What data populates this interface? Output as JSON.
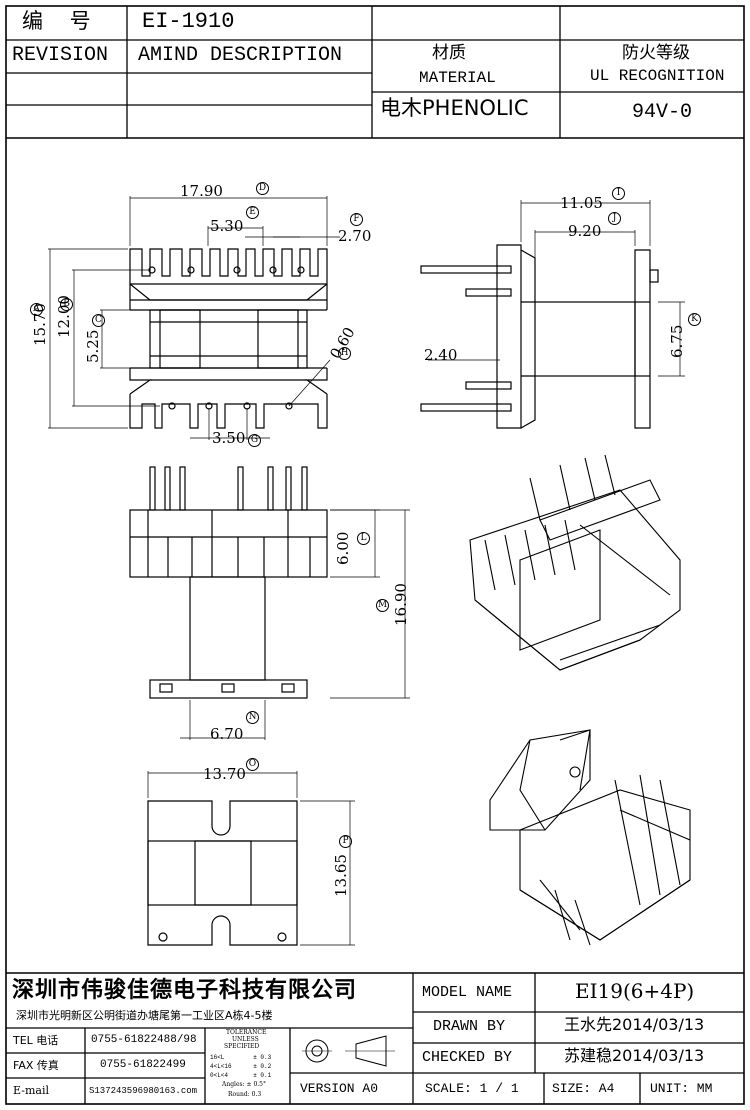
{
  "header": {
    "code_label": "编 号",
    "part_no": "EI-1910",
    "revision_label": "REVISION",
    "amind_label": "AMIND DESCRIPTION",
    "material_cn": "材质",
    "material_en": "MATERIAL",
    "material_value": "电木PHENOLIC",
    "ul_cn": "防火等级",
    "ul_en": "UL RECOGNITION",
    "ul_value": "94V-0"
  },
  "dimensions": {
    "D": "17.90",
    "E": "5.30",
    "F": "2.70",
    "A": "15.70",
    "B": "12.00",
    "C": "5.25",
    "H": "0.60",
    "G": "3.50",
    "I": "11.05",
    "J": "9.20",
    "K": "6.75",
    "pin_offset": "2.40",
    "L": "6.00",
    "M": "16.90",
    "N": "6.70",
    "O": "13.70",
    "P": "13.65"
  },
  "dimension_letters": {
    "D": "D",
    "E": "E",
    "F": "F",
    "A": "A",
    "B": "B",
    "C": "C",
    "H": "H",
    "G": "G",
    "I": "I",
    "J": "J",
    "K": "K",
    "L": "L",
    "M": "M",
    "N": "N",
    "O": "O",
    "P": "P"
  },
  "title_block": {
    "company_name": "深圳市伟骏佳德电子科技有限公司",
    "company_address": "深圳市光明新区公明街道办塘尾第一工业区A栋4-5楼",
    "tel_label": "TEL 电话",
    "tel_value": "0755-61822488/98",
    "fax_label": "FAX 传真",
    "fax_value": "0755-61822499",
    "email_label": "E-mail",
    "email_value": "S137243596980163.com",
    "tolerance_title": "TOLERANCE",
    "tolerance_unless": "UNLESS",
    "tolerance_specified": "SPECIFIED",
    "tol_row1": "16<L        ± 0.3",
    "tol_row2": "4<L<16      ± 0.2",
    "tol_row3": "0<L<4       ± 0.1",
    "tol_row4": "Angles: ± 0.5°",
    "tol_row5": "Round: 0.3",
    "version": "VERSION A0",
    "model_name_label": "MODEL NAME",
    "model_name_value": "EI19(6+4P)",
    "drawn_by_label": "DRAWN BY",
    "drawn_by_value": "王水先2014/03/13",
    "checked_by_label": "CHECKED BY",
    "checked_by_value": "苏建稳2014/03/13",
    "scale": "SCALE: 1 / 1",
    "size": "SIZE: A4",
    "unit": "UNIT: MM"
  }
}
